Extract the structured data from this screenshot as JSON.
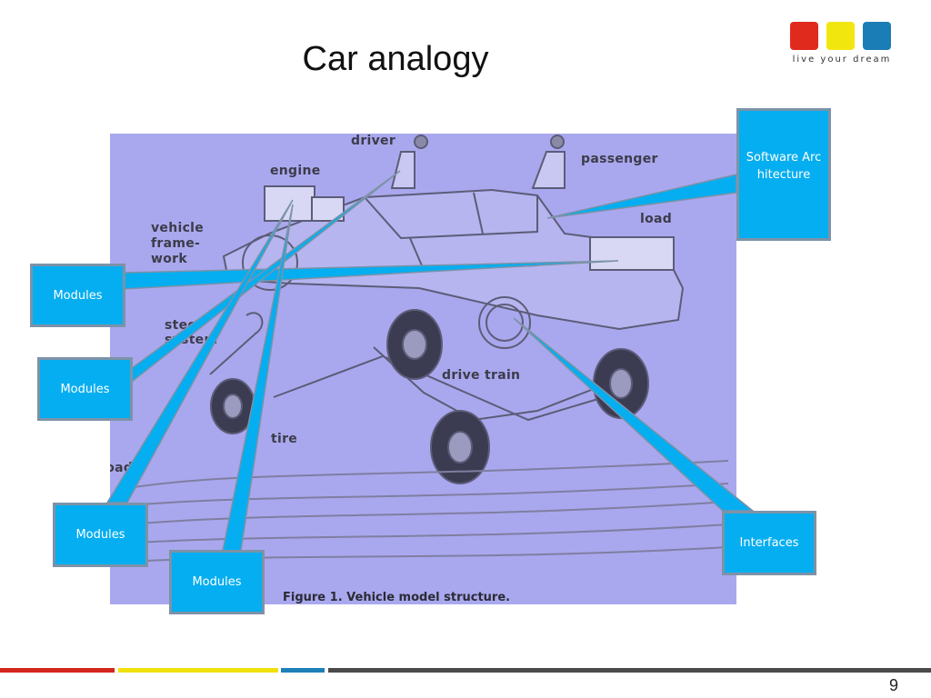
{
  "slide": {
    "title": "Car analogy",
    "page_number": "9"
  },
  "logo": {
    "tagline": "live your dream",
    "colors": [
      "#e12a1e",
      "#f2e60f",
      "#1b7db5"
    ]
  },
  "figure": {
    "labels": {
      "driver": "driver",
      "engine": "engine",
      "passenger": "passenger",
      "load": "load",
      "vehicle_frame": "vehicle frame- work",
      "steer_system": "steer system",
      "drive_train": "drive train",
      "tire": "tire",
      "road": "road"
    },
    "caption": "Figure 1. Vehicle model structure."
  },
  "callouts": {
    "software_architecture": "Software Architecture",
    "modules_1": "Modules",
    "modules_2": "Modules",
    "modules_3": "Modules",
    "modules_4": "Modules",
    "interfaces": "Interfaces"
  },
  "colors": {
    "callout_fill": "#05aef0",
    "figure_bg": "#a9a8ee",
    "footer": [
      "#d3261d",
      "#f0e10d",
      "#1e80b8",
      "#4a4a4a"
    ]
  }
}
